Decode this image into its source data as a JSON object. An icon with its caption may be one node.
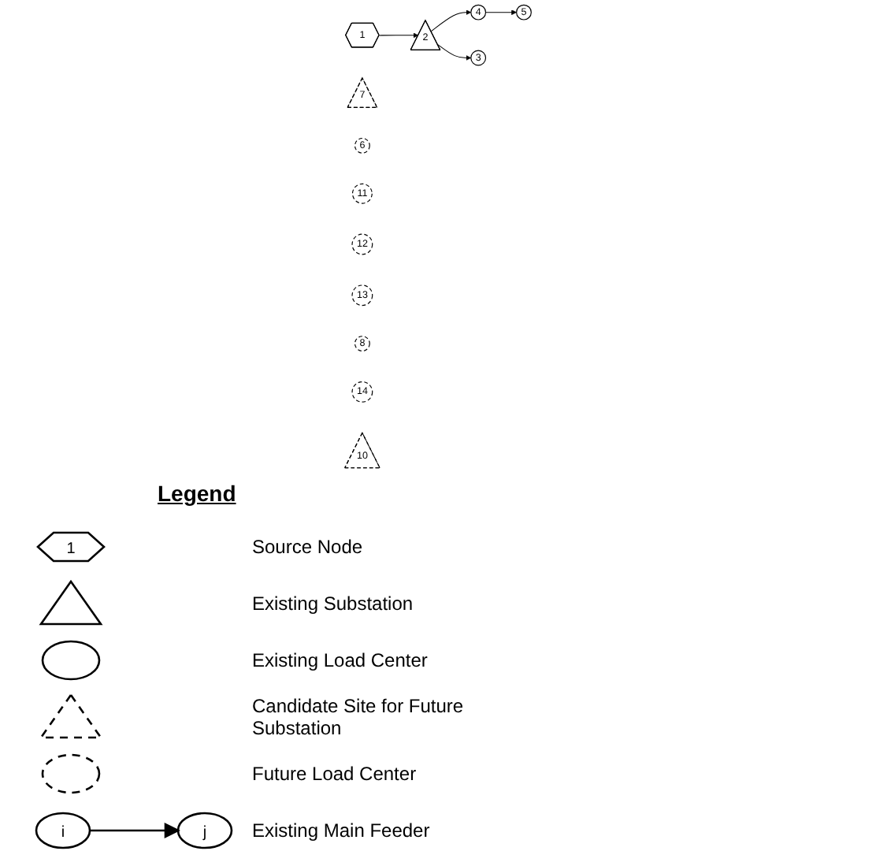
{
  "diagram": {
    "nodes": [
      {
        "text": [
          "1"
        ]
      },
      {
        "text": [
          "7"
        ]
      },
      {
        "text": [
          "5"
        ]
      },
      {
        "text": [
          "4"
        ]
      },
      {
        "text": [
          "2"
        ]
      },
      {
        "text": [
          "6"
        ]
      },
      {
        "text": [
          "11"
        ]
      },
      {
        "text": [
          "12"
        ]
      },
      {
        "text": [
          "3"
        ]
      },
      {
        "text": [
          "13"
        ]
      },
      {
        "text": [
          "8"
        ]
      },
      {
        "text": [
          "14"
        ]
      },
      {
        "text": [
          "10"
        ]
      }
    ],
    "edges": [
      {
        "from": 0,
        "to": 4,
        "arrow": "to"
      },
      {
        "from": 4,
        "to": 3,
        "arrow": "to"
      },
      {
        "from": 3,
        "to": 2,
        "arrow": "to"
      },
      {
        "from": 4,
        "to": 8,
        "arrow": "to"
      }
    ],
    "labels": [
      "Legend",
      "1",
      "i",
      "j"
    ],
    "legend": [
      {
        "text": "Source Node"
      },
      {
        "text": "Existing Substation"
      },
      {
        "text": "Existing Load Center"
      },
      {
        "text": "Candidate Site for Future Substation"
      },
      {
        "text": "Future Load Center"
      },
      {
        "text": "Existing Main Feeder"
      }
    ]
  }
}
